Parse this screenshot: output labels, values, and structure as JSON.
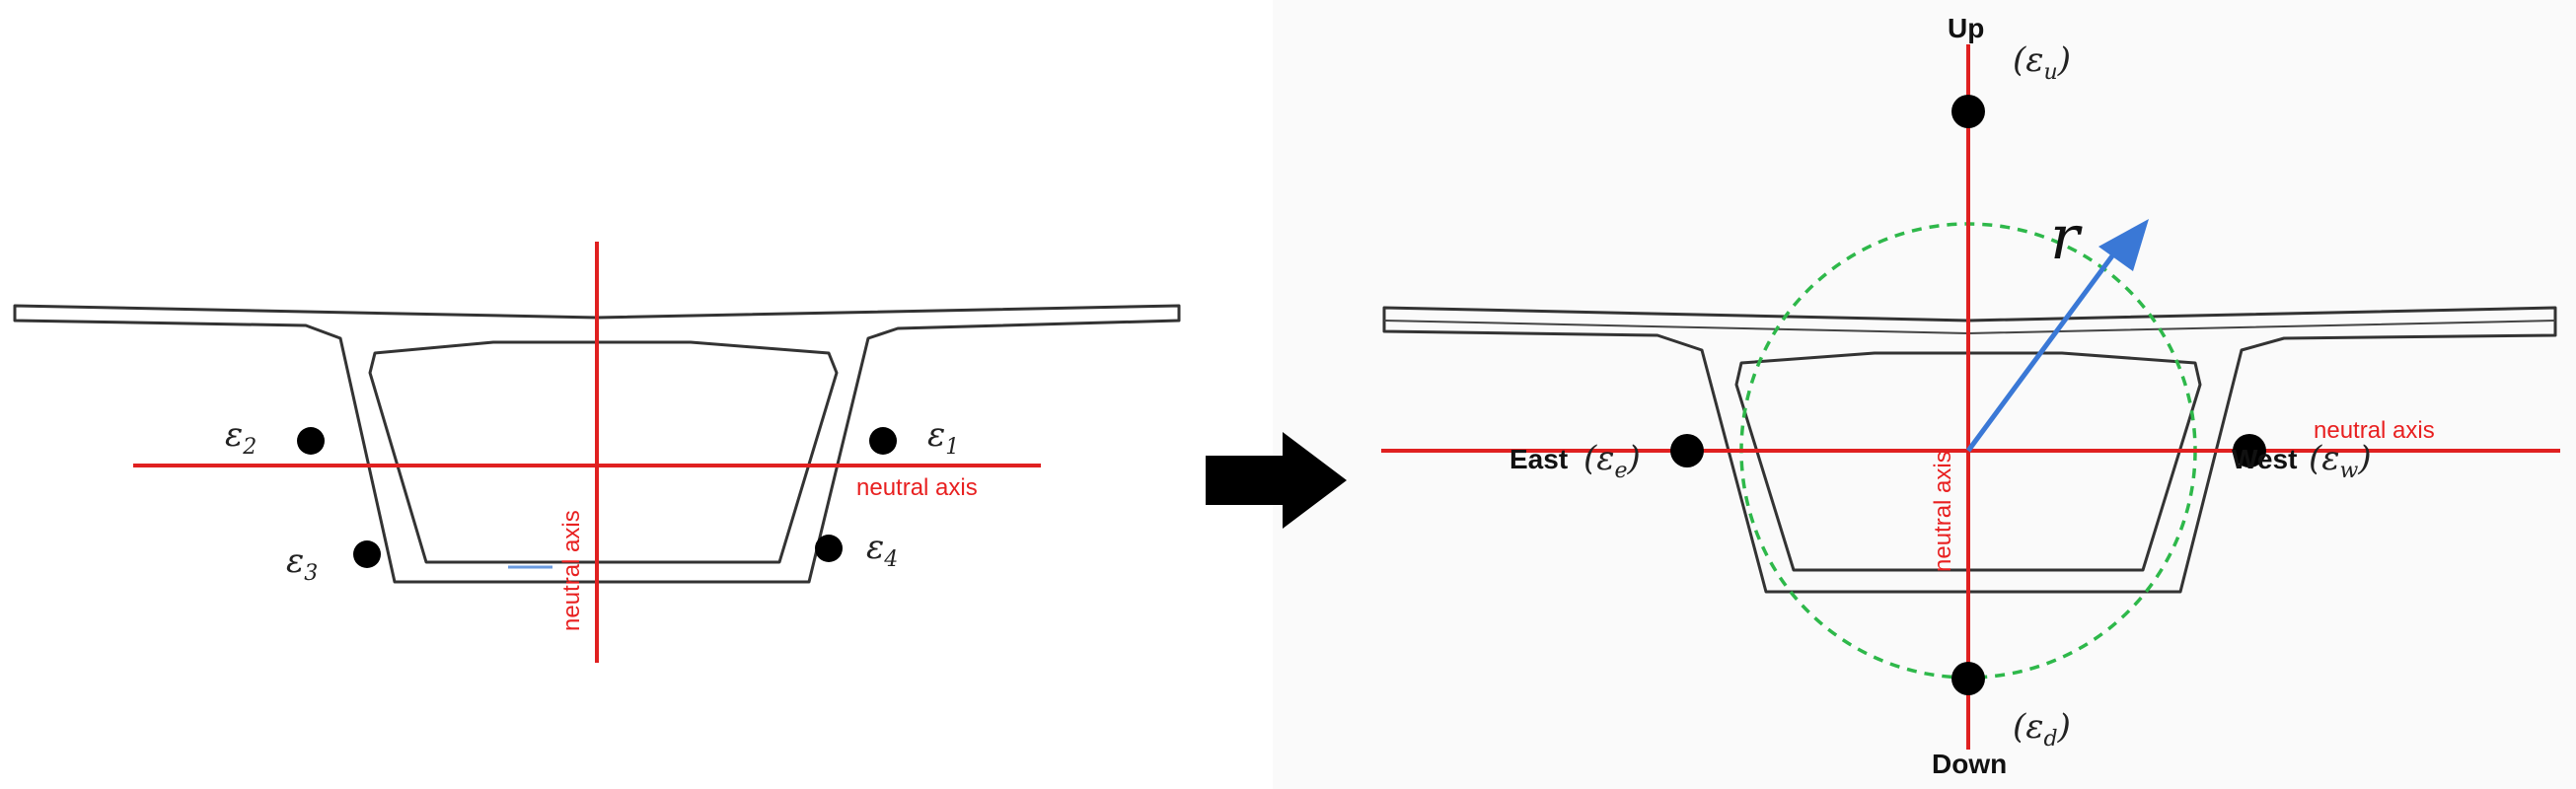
{
  "left_diagram": {
    "neutral_axis_horizontal_label": "neutral axis",
    "neutral_axis_vertical_label": "neutral axis",
    "gauges": [
      {
        "id": "e1",
        "symbol": "ε",
        "subscript": "1"
      },
      {
        "id": "e2",
        "symbol": "ε",
        "subscript": "2"
      },
      {
        "id": "e3",
        "symbol": "ε",
        "subscript": "3"
      },
      {
        "id": "e4",
        "symbol": "ε",
        "subscript": "4"
      }
    ]
  },
  "transition_arrow": {
    "icon": "right-arrow-icon"
  },
  "right_diagram": {
    "up_label": "Up",
    "down_label": "Down",
    "east_label": "East",
    "west_label": "West",
    "up_strain": {
      "symbol": "ε",
      "subscript": "u"
    },
    "down_strain": {
      "symbol": "ε",
      "subscript": "d"
    },
    "east_strain": {
      "symbol": "ε",
      "subscript": "e"
    },
    "west_strain": {
      "symbol": "ε",
      "subscript": "w"
    },
    "radius_label": "r",
    "neutral_axis_horizontal_label": "neutral axis",
    "neutral_axis_vertical_label": "neutral axis"
  },
  "colors": {
    "axis": "#e02020",
    "circle": "#2eb84a",
    "radius_arrow": "#3a78d6",
    "outline": "#333333",
    "gauge": "#000000"
  }
}
